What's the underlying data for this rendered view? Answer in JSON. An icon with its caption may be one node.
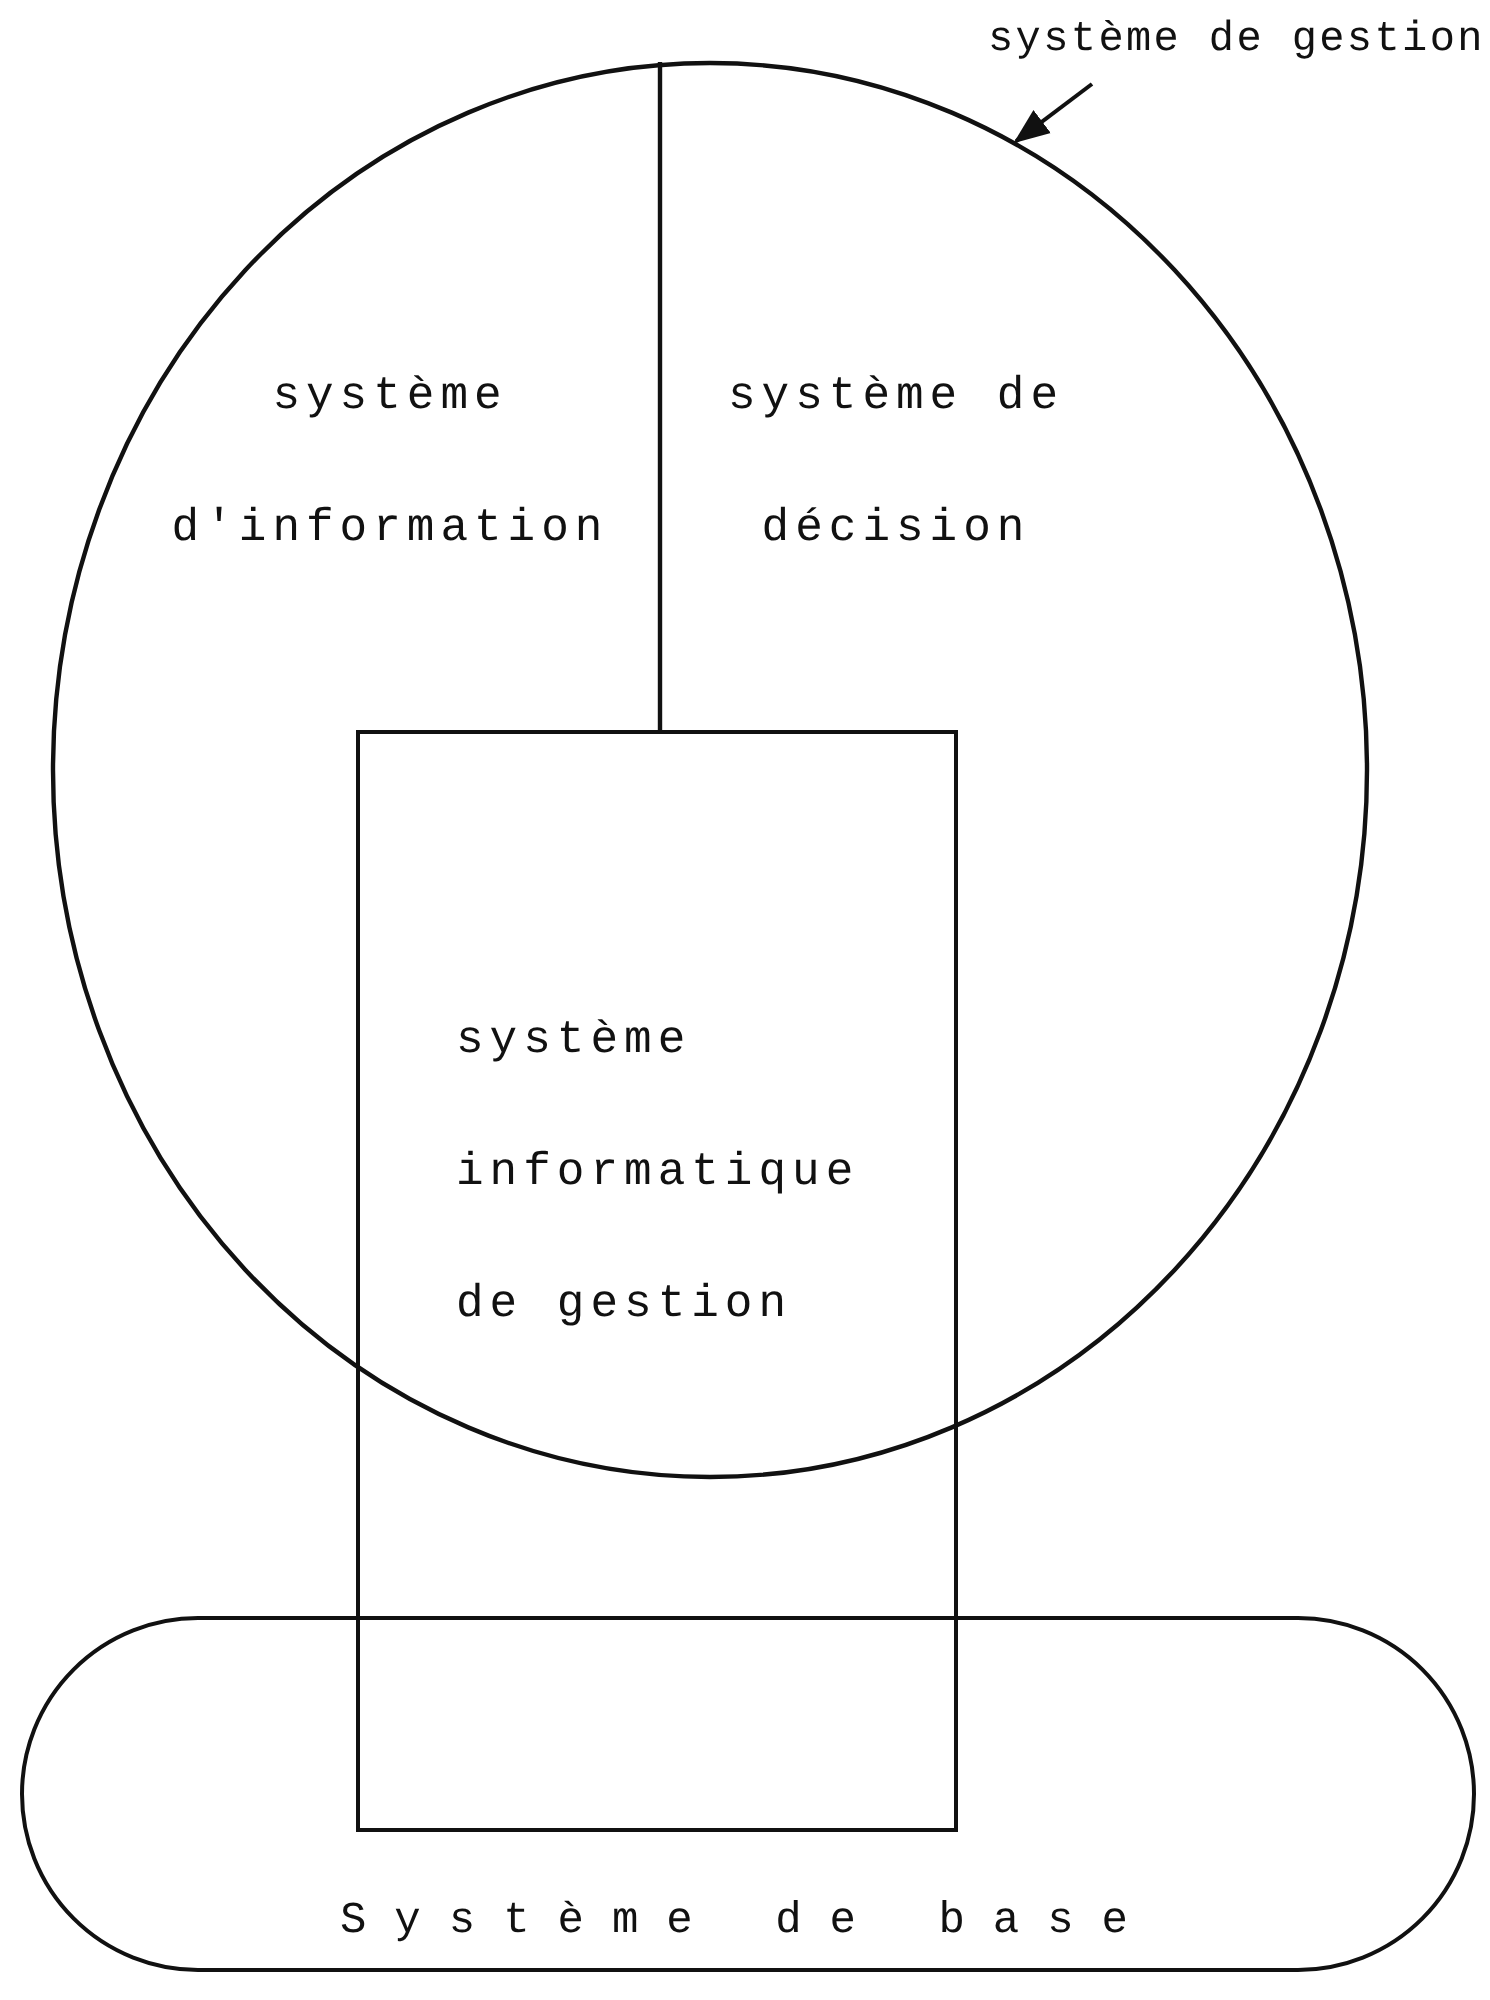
{
  "diagram": {
    "nodes": [
      {
        "text": [
          "système de gestion"
        ]
      },
      {
        "text": [],
        "shape": "ellipse"
      },
      {
        "text": [
          "système d'information"
        ],
        "in": 1
      },
      {
        "text": [
          "système de décision"
        ],
        "in": 1
      },
      {
        "text": [
          "système informatique de gestion"
        ]
      },
      {
        "text": [
          "Système de base"
        ]
      }
    ],
    "edges": [
      {
        "from": 0,
        "to": 1,
        "arrow": "to"
      }
    ]
  }
}
